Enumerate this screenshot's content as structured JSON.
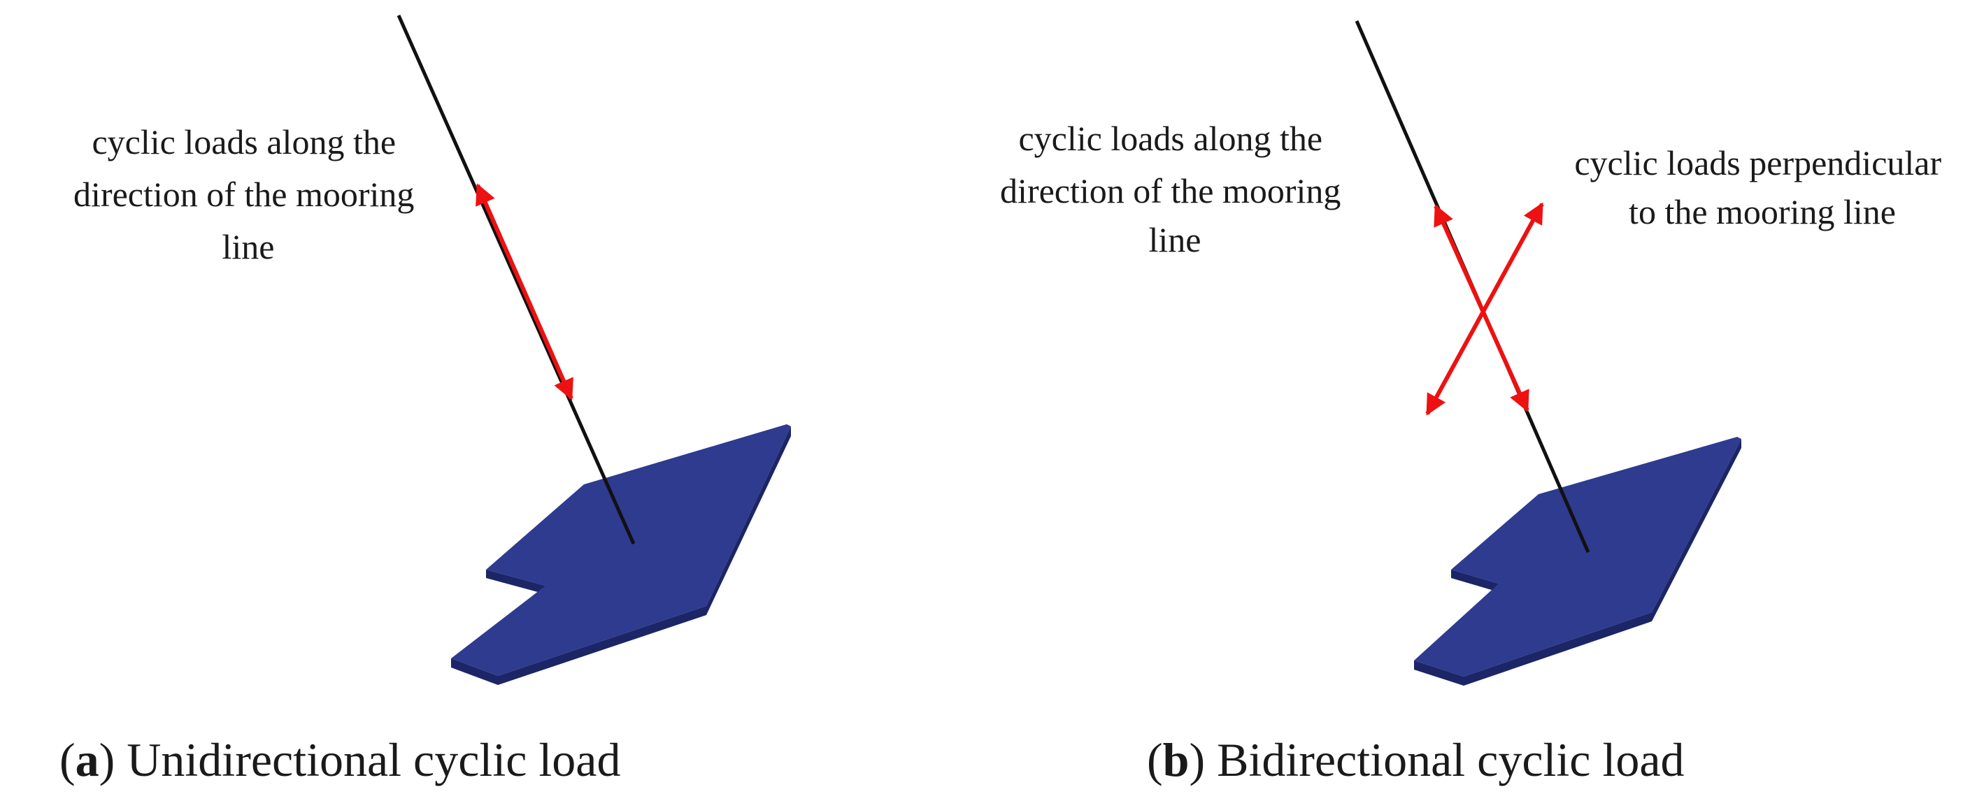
{
  "panels": [
    {
      "id": "a",
      "label_lines": [
        "cyclic loads along the",
        "direction of the mooring",
        "line"
      ],
      "caption_prefix": "(",
      "caption_letter": "a",
      "caption_suffix": ") Unidirectional cyclic load"
    },
    {
      "id": "b",
      "label_lines": [
        "cyclic loads along the",
        "direction of the mooring",
        "line"
      ],
      "label2_lines": [
        "cyclic loads perpendicular",
        "to the mooring line"
      ],
      "caption_prefix": "(",
      "caption_letter": "b",
      "caption_suffix": ") Bidirectional cyclic load"
    }
  ],
  "colors": {
    "plate_top": "#2e3b8f",
    "plate_edge": "#1c2566",
    "mooring_line": "#111111",
    "load_arrow": "#ee1111"
  }
}
